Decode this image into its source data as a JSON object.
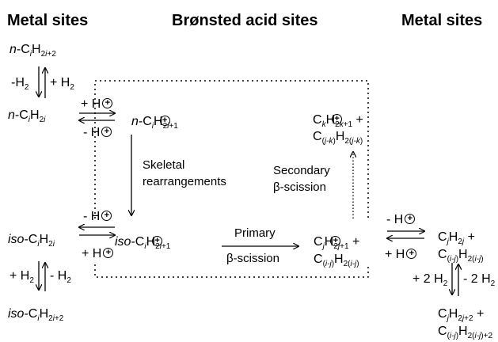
{
  "headers": {
    "metal_left": "Metal sites",
    "bronsted": "Brønsted acid sites",
    "metal_right": "Metal sites"
  },
  "species": {
    "n_alkane": "n-C i H 2i+2",
    "n_alkene": "n-C i H 2i",
    "n_carbenium": "n-C i H 2i+1",
    "iso_alkene": "iso-C i H 2i",
    "iso_carbenium": "iso-C i H 2i+1",
    "iso_alkane": "iso-C i H 2i+2",
    "primary_products": "C j H 2j+1 + C (i-j) H 2(i-j)",
    "secondary_products": "C k H 2k+1 + C (j-k) H 2(j-k)",
    "right_alkenes": "C j H 2j + C (i-j) H 2(i-j)",
    "right_alkanes": "C j H 2j+2 + C (i-j) H 2(i-j)+2"
  },
  "steps": {
    "minus_h2_top": "-H2",
    "plus_h2_top": "+ H2",
    "plus_h_top": "+ H",
    "minus_h_top": "- H",
    "skeletal": "Skeletal rearrangements",
    "secondary": "Secondary β-scission",
    "minus_h_mid": "- H",
    "plus_h_mid": "+ H",
    "primary": "Primary",
    "beta_scission": "β-scission",
    "plus_h2_bottom": "+ H2",
    "minus_h2_bottom": "- H2",
    "minus_h_right": "- H",
    "plus_h_right": "+ H",
    "plus_2h2": "+ 2 H2",
    "minus_2h2": "- 2 H2"
  }
}
